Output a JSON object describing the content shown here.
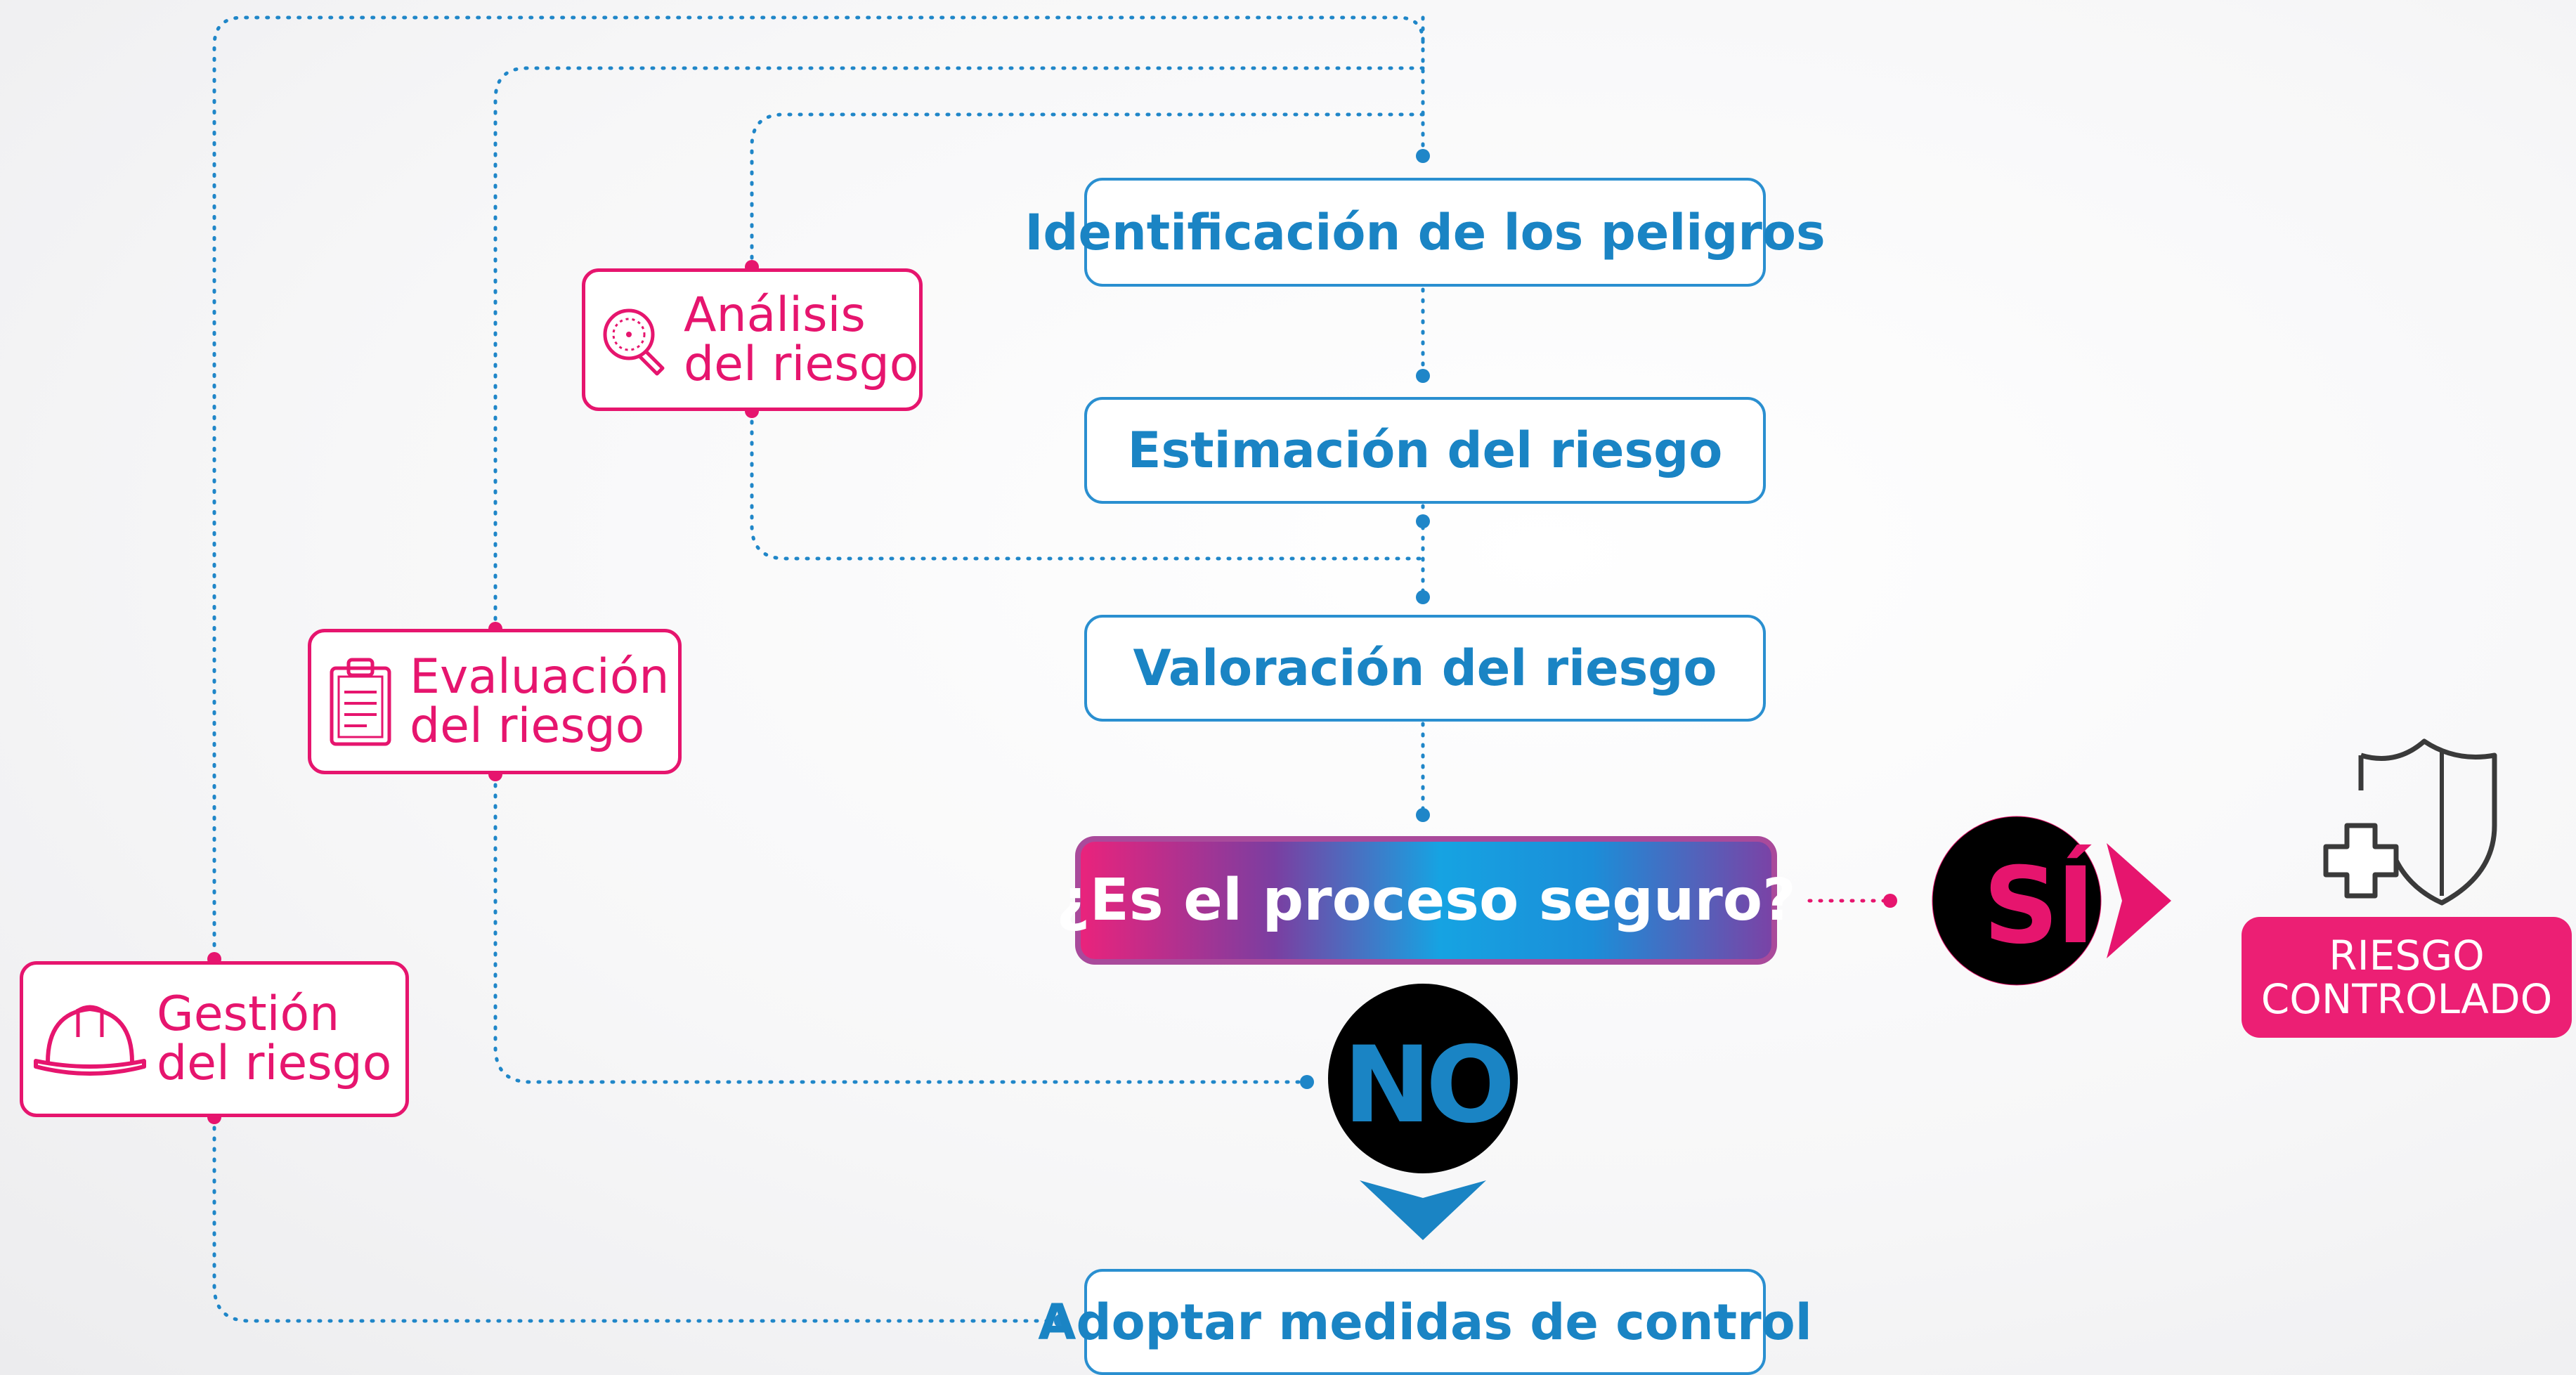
{
  "steps": {
    "identificacion": "Identificación de los peligros",
    "estimacion": "Estimación del riesgo",
    "valoracion": "Valoración del riesgo",
    "pregunta": "¿Es el proceso seguro?",
    "adoptar": "Adoptar medidas de control"
  },
  "phases": {
    "analisis": {
      "line1": "Análisis",
      "line2": "del riesgo",
      "icon": "magnifier-icon"
    },
    "evaluacion": {
      "line1": "Evaluación",
      "line2": "del riesgo",
      "icon": "clipboard-icon"
    },
    "gestion": {
      "line1": "Gestión",
      "line2": "del riesgo",
      "icon": "hard-hat-icon"
    }
  },
  "decision": {
    "yes": "SÍ",
    "no": "NO"
  },
  "result": {
    "line1": "RIESGO",
    "line2": "CONTROLADO",
    "icon": "shield-plus-icon"
  },
  "colors": {
    "blue": "#1a84c4",
    "pink": "#e6156e",
    "badge": "#ec1f74"
  }
}
